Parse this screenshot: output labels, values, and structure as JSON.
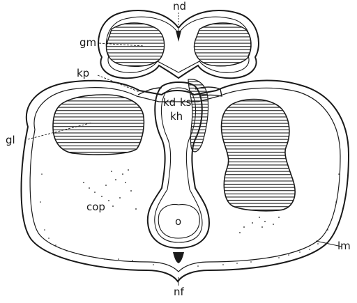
{
  "figure": {
    "labels": {
      "nd": "nd",
      "gm": "gm",
      "kp": "kp",
      "kd": "kd",
      "ks": "ks",
      "kh": "kh",
      "gl": "gl",
      "cop": "cop",
      "o": "o",
      "lm": "lm",
      "nf": "nf"
    },
    "colors": {
      "ink": "#1a1a1a",
      "paper": "#ffffff"
    }
  }
}
